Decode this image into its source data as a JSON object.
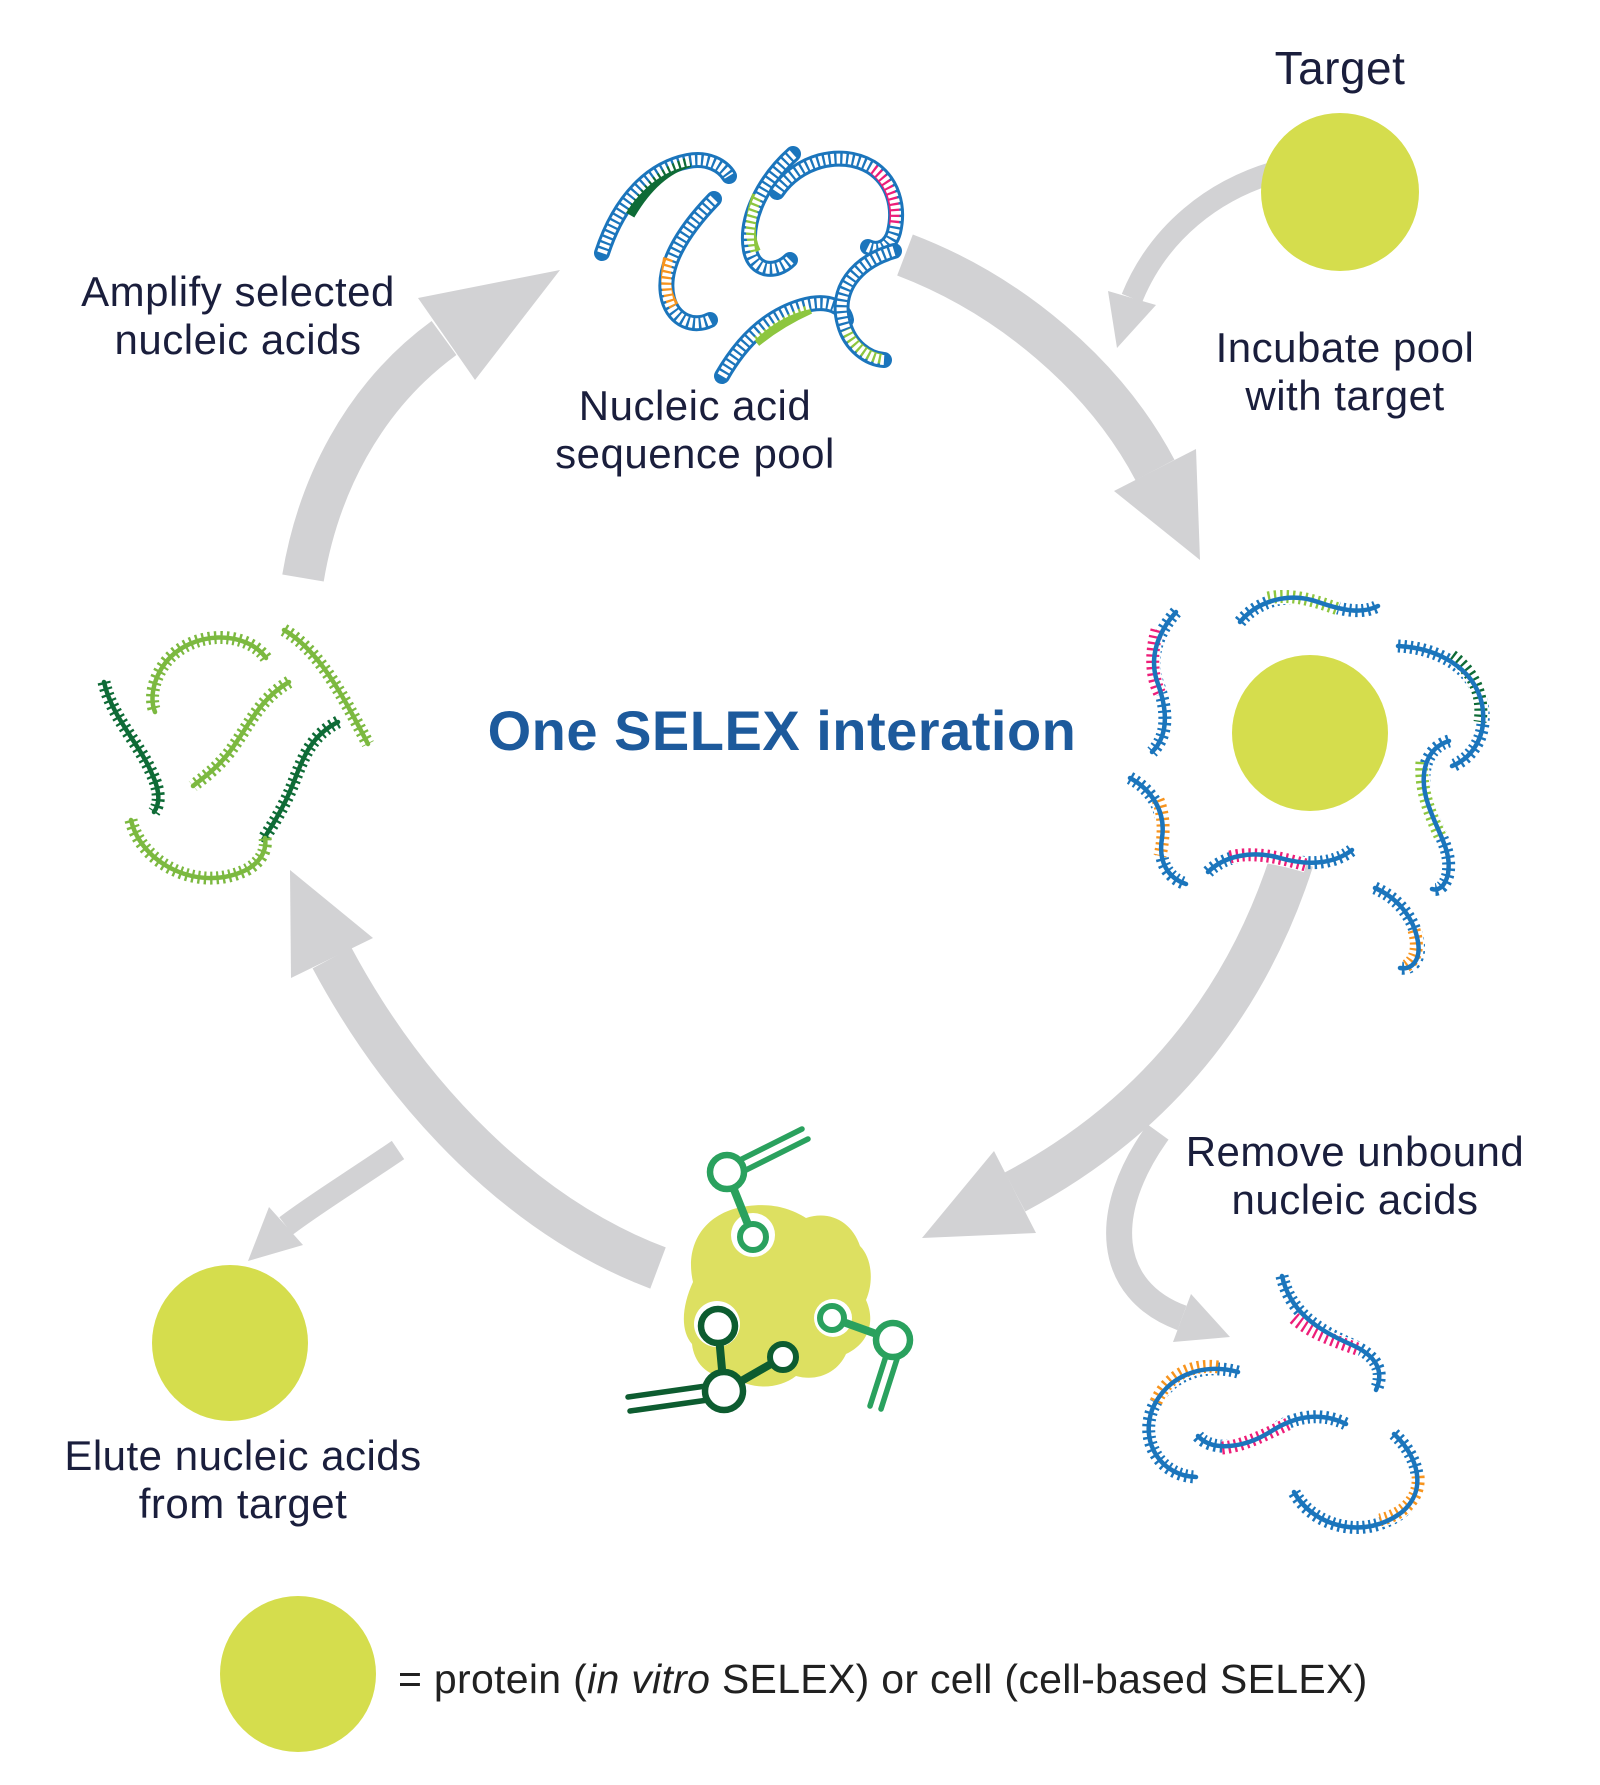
{
  "diagram": {
    "title": "One SELEX interation",
    "steps": {
      "target": {
        "label": "Target"
      },
      "incubate": {
        "line1": "Incubate pool",
        "line2": "with target"
      },
      "pool": {
        "line1": "Nucleic acid",
        "line2": "sequence pool"
      },
      "amplify": {
        "line1": "Amplify selected",
        "line2": "nucleic acids"
      },
      "remove": {
        "line1": "Remove unbound",
        "line2": "nucleic acids"
      },
      "elute": {
        "line1": "Elute nucleic acids",
        "line2": "from target"
      }
    },
    "legend": {
      "prefix": "= protein (",
      "italic": "in vitro",
      "suffix": " SELEX) or cell (cell-based SELEX)"
    },
    "colors": {
      "title_blue": "#1d5a9c",
      "text_navy": "#1a1e3c",
      "strand_blue": "#1b75bc",
      "segment_pink": "#ed1e79",
      "segment_orange": "#f7941e",
      "segment_lime": "#8dc63f",
      "strand_light_green": "#7cb940",
      "strand_dark_green": "#0e6b36",
      "molecule_green": "#2aa15e",
      "molecule_dark_green": "#0d5c30",
      "target_yellow": "#d5dd4d",
      "blob_yellow": "#dde061",
      "arrow_gray": "#d2d2d4"
    },
    "icons": [
      "target-circle-icon",
      "nucleic-acid-strand-icon",
      "cycle-arrow-icon",
      "bound-complex-blob-icon",
      "aptamer-molecule-icon",
      "legend-circle-icon"
    ]
  }
}
